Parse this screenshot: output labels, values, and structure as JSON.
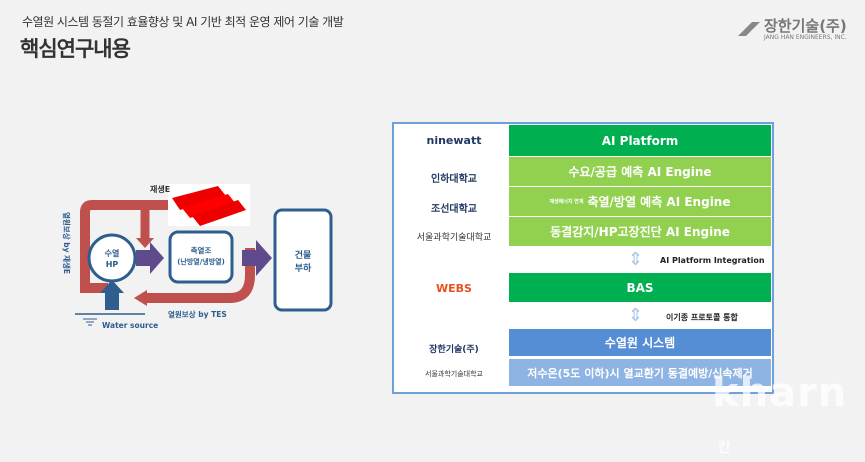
{
  "header": {
    "subtitle": "수열원 시스템 동절기 효율향상 및 AI 기반 최적 운영 제어 기술 개발",
    "title": "핵심연구내용",
    "company": "장한기술(주)",
    "company_en": "JANG HAN ENGINEERS, INC."
  },
  "diagram": {
    "renewable": "재생E",
    "hp": [
      "수열",
      "HP"
    ],
    "tes": [
      "축열조",
      "(난방열/냉방열)"
    ],
    "building": [
      "건물",
      "부하"
    ],
    "side_label": "열원보상 by 재생E",
    "tes_label": "열원보상 by TES",
    "water": "Water source"
  },
  "panel": {
    "logos": [
      "ninewatt",
      "인하대학교",
      "조선대학교",
      "서울과학기술대학교",
      "WEBS",
      "장한기술(주)",
      "서울과학기술대학교"
    ],
    "rows": [
      {
        "label": "AI Platform",
        "color": "#00b050"
      },
      {
        "label": "수요/공급 예측 AI Engine",
        "color": "#92d050"
      },
      {
        "prefix": "재생에너지 연계",
        "label": "축열/방열 예측 AI Engine",
        "color": "#92d050"
      },
      {
        "label": "동결감지/HP고장진단 AI Engine",
        "color": "#92d050"
      },
      {
        "label": "BAS",
        "color": "#00b050"
      },
      {
        "label": "수열원 시스템",
        "color": "#558ed5"
      },
      {
        "label": "저수온(5도 이하)시 열교환기 동결예방/신속제거",
        "color": "#8eb4e3"
      }
    ],
    "integration1": "AI Platform Integration",
    "integration2": "이기종 프로토콜 통합"
  },
  "watermark": {
    "text": "kharn",
    "suffix": "칸"
  }
}
